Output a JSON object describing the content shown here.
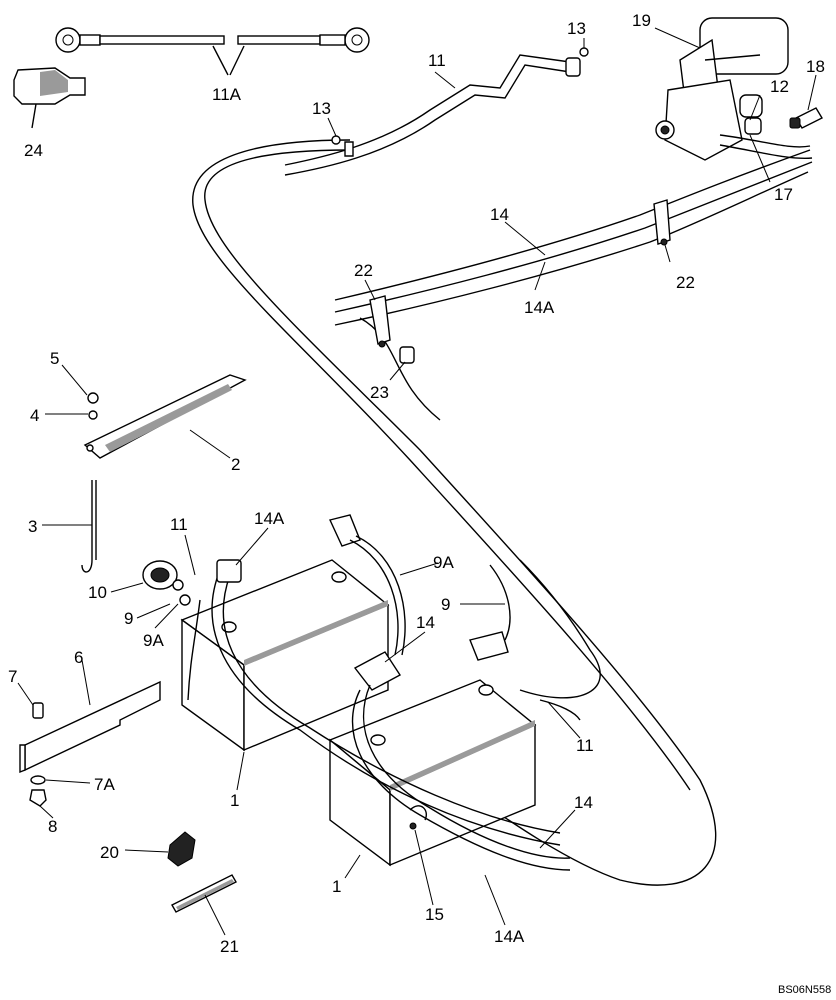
{
  "diagram": {
    "drawing_ref": "BS06N558",
    "callouts": {
      "c1a": "1",
      "c1b": "1",
      "c2": "2",
      "c3": "3",
      "c4": "4",
      "c5": "5",
      "c6": "6",
      "c7": "7",
      "c7a": "7A",
      "c8": "8",
      "c9": "9",
      "c9b": "9",
      "c9a1": "9A",
      "c9a2": "9A",
      "c10": "10",
      "c11a": "11",
      "c11b": "11",
      "c11c": "11",
      "c11A": "11A",
      "c12": "12",
      "c13a": "13",
      "c13b": "13",
      "c14a": "14",
      "c14b": "14",
      "c14c": "14",
      "c14Aa": "14A",
      "c14Ab": "14A",
      "c14Ac": "14A",
      "c15": "15",
      "c17": "17",
      "c18": "18",
      "c19": "19",
      "c20": "20",
      "c21": "21",
      "c22a": "22",
      "c22b": "22",
      "c23": "23",
      "c24": "24"
    }
  }
}
